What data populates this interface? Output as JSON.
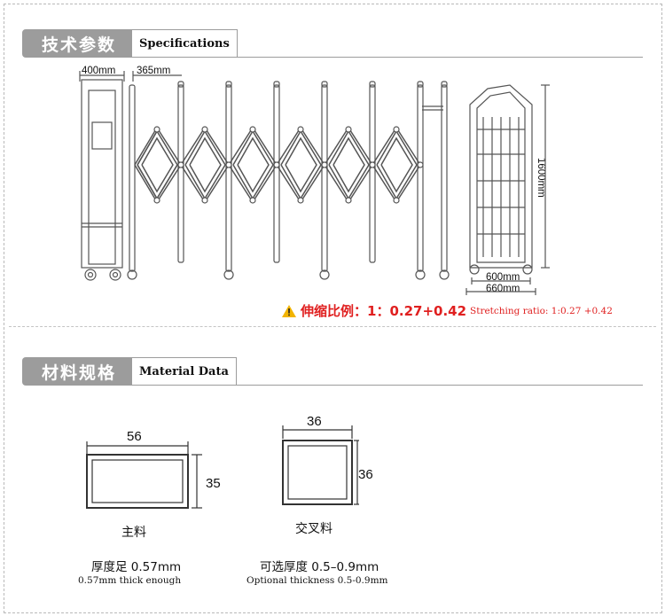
{
  "spec_section": {
    "title_cn": "技术参数",
    "title_en": "Specifications",
    "dim_400": "400mm",
    "dim_365": "365mm",
    "dim_1600": "1600mm",
    "dim_600": "600mm",
    "dim_660": "660mm",
    "ratio_cn": "伸缩比例：1：0.27+0.42",
    "ratio_en": "Stretching ratio: 1:0.27 +0.42",
    "warning_icon": "warning-triangle-icon",
    "warning_color": "#e02020"
  },
  "material_section": {
    "title_cn": "材料规格",
    "title_en": "Material Data",
    "main": {
      "width": "56",
      "height": "35",
      "label_cn": "主料",
      "thickness_cn": "厚度足 0.57mm",
      "thickness_en": "0.57mm thick enough"
    },
    "cross": {
      "width": "36",
      "height": "36",
      "label_cn": "交叉料",
      "thickness_cn": "可选厚度 0.5–0.9mm",
      "thickness_en": "Optional thickness 0.5-0.9mm"
    }
  },
  "colors": {
    "header_gray": "#9c9c9c",
    "line_gray": "#555555"
  }
}
